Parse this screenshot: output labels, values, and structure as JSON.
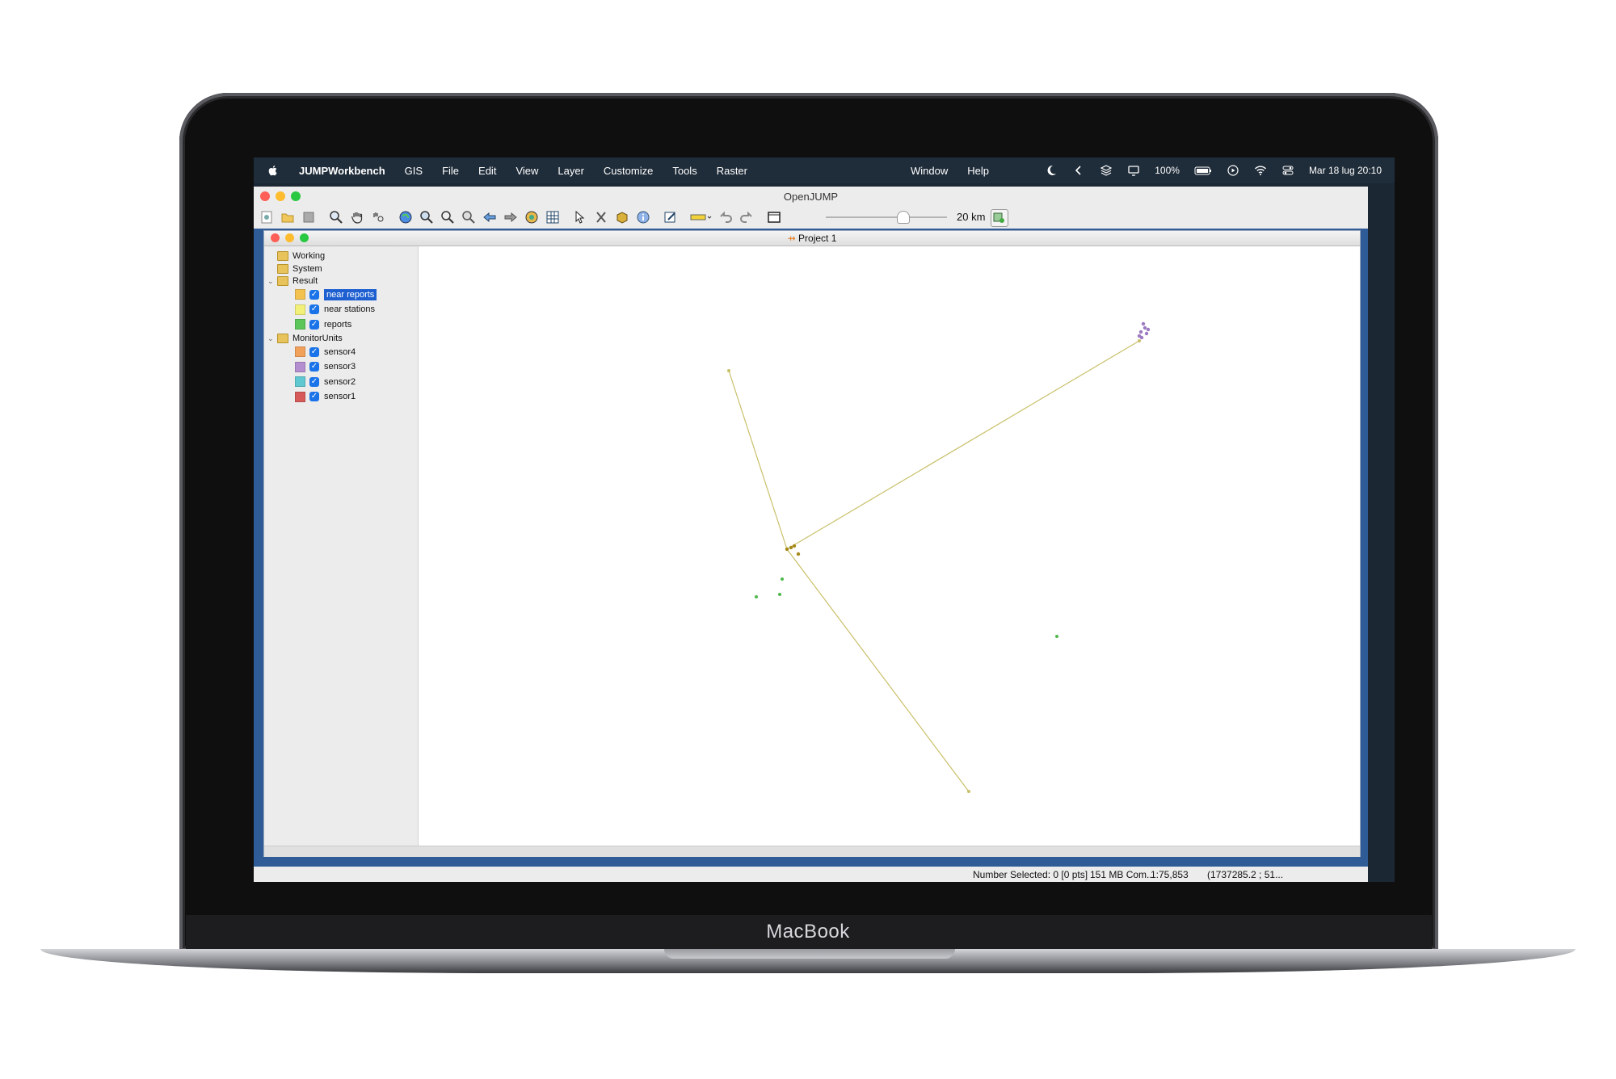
{
  "device_label": "MacBook",
  "menubar": {
    "app": "JUMPWorkbench",
    "items": [
      "GIS",
      "File",
      "Edit",
      "View",
      "Layer",
      "Customize",
      "Tools",
      "Raster"
    ],
    "right_items": [
      "Window",
      "Help"
    ],
    "battery": "100%",
    "datetime": "Mar 18 lug  20:10"
  },
  "window": {
    "title": "OpenJUMP",
    "toolbar": {
      "scale_label": "20 km",
      "zoom_level": 0.65
    }
  },
  "project": {
    "title": "Project 1",
    "categories": [
      {
        "name": "Working",
        "expanded": false,
        "layers": []
      },
      {
        "name": "System",
        "expanded": false,
        "layers": []
      },
      {
        "name": "Result",
        "expanded": true,
        "layers": [
          {
            "name": "near reports",
            "color": "#f2c14e",
            "checked": true,
            "selected": true
          },
          {
            "name": "near stations",
            "color": "#f3f07a",
            "checked": true,
            "selected": false
          },
          {
            "name": "reports",
            "color": "#5cc65a",
            "checked": true,
            "selected": false
          }
        ]
      },
      {
        "name": "MonitorUnits",
        "expanded": true,
        "layers": [
          {
            "name": "sensor4",
            "color": "#f2a15a",
            "checked": true,
            "selected": false
          },
          {
            "name": "sensor3",
            "color": "#b48fcf",
            "checked": true,
            "selected": false
          },
          {
            "name": "sensor2",
            "color": "#5fc8d1",
            "checked": true,
            "selected": false
          },
          {
            "name": "sensor1",
            "color": "#d65a5a",
            "checked": true,
            "selected": false
          }
        ]
      }
    ]
  },
  "map_features": {
    "line_color": "#c9c06a",
    "center_point_color": "#a58a1a",
    "report_color": "#4fb84b",
    "sensor_color": "#9c7ac2"
  },
  "status": {
    "selected": "Number Selected: 0 [0 pts]",
    "memory": "151 MB Com...",
    "scale": "1:75,853",
    "coords": "(1737285.2 ; 51..."
  }
}
